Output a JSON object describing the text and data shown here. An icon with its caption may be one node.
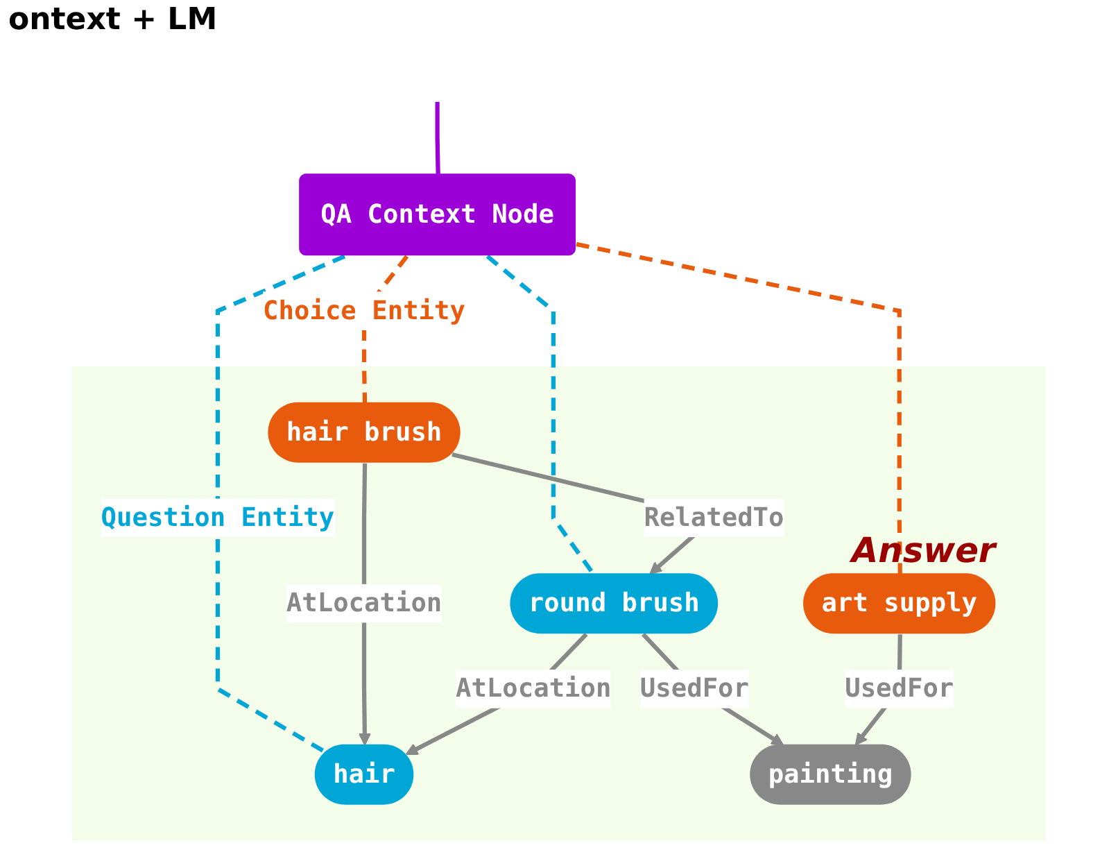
{
  "diagram": {
    "nodes": [
      {
        "text": [
          "QA Context Node"
        ]
      },
      {
        "text": [],
        "shape": "box"
      },
      {
        "text": [
          "hair"
        ],
        "in": 1
      },
      {
        "text": [
          "hair brush"
        ],
        "in": 1
      },
      {
        "text": [
          "round brush"
        ],
        "in": 1
      },
      {
        "text": [
          "art supply"
        ],
        "in": 1,
        "beside": [
          "Answer"
        ]
      },
      {
        "text": [
          "painting"
        ],
        "in": 1
      }
    ],
    "edges": [
      {
        "from": null,
        "to": 0,
        "arrow": "none",
        "color": "#9b00d6"
      },
      {
        "from": 0,
        "to": 2,
        "arrow": "none",
        "label": "Question Entity",
        "style": "dashed",
        "color": "#00a6d6"
      },
      {
        "from": 0,
        "to": 4,
        "arrow": "none",
        "style": "dashed",
        "color": "#00a6d6"
      },
      {
        "from": 0,
        "to": 3,
        "arrow": "none",
        "label": "Choice Entity",
        "style": "dashed",
        "color": "#e85a0c"
      },
      {
        "from": 0,
        "to": 5,
        "arrow": "none",
        "style": "dashed",
        "color": "#e85a0c"
      },
      {
        "from": 3,
        "to": 2,
        "arrow": "to",
        "label": "AtLocation"
      },
      {
        "from": 4,
        "to": 2,
        "arrow": "to",
        "label": "AtLocation"
      },
      {
        "from": 3,
        "to": 4,
        "arrow": "to",
        "label": "RelatedTo"
      },
      {
        "from": 4,
        "to": 6,
        "arrow": "to",
        "label": "UsedFor"
      },
      {
        "from": 5,
        "to": 6,
        "arrow": "to",
        "label": "UsedFor"
      }
    ],
    "labels": [
      "ontext + LM"
    ]
  }
}
